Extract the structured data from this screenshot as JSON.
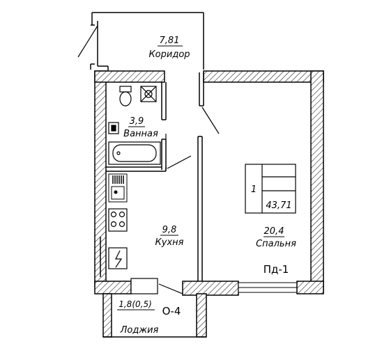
{
  "rooms": {
    "corridor": {
      "area": "7,81",
      "name": "Коридор"
    },
    "bathroom": {
      "area": "3,9",
      "name": "Ванная"
    },
    "kitchen": {
      "area": "9,8",
      "name": "Кухня"
    },
    "bedroom": {
      "area": "20,4",
      "name": "Спальня"
    },
    "loggia": {
      "area": "1,8(0,5)",
      "name": "Лоджия"
    }
  },
  "apartment_box": {
    "rooms": "1",
    "total_area": "43,71"
  },
  "markers": {
    "window_type": "О-4",
    "pd": "Пд-1"
  }
}
